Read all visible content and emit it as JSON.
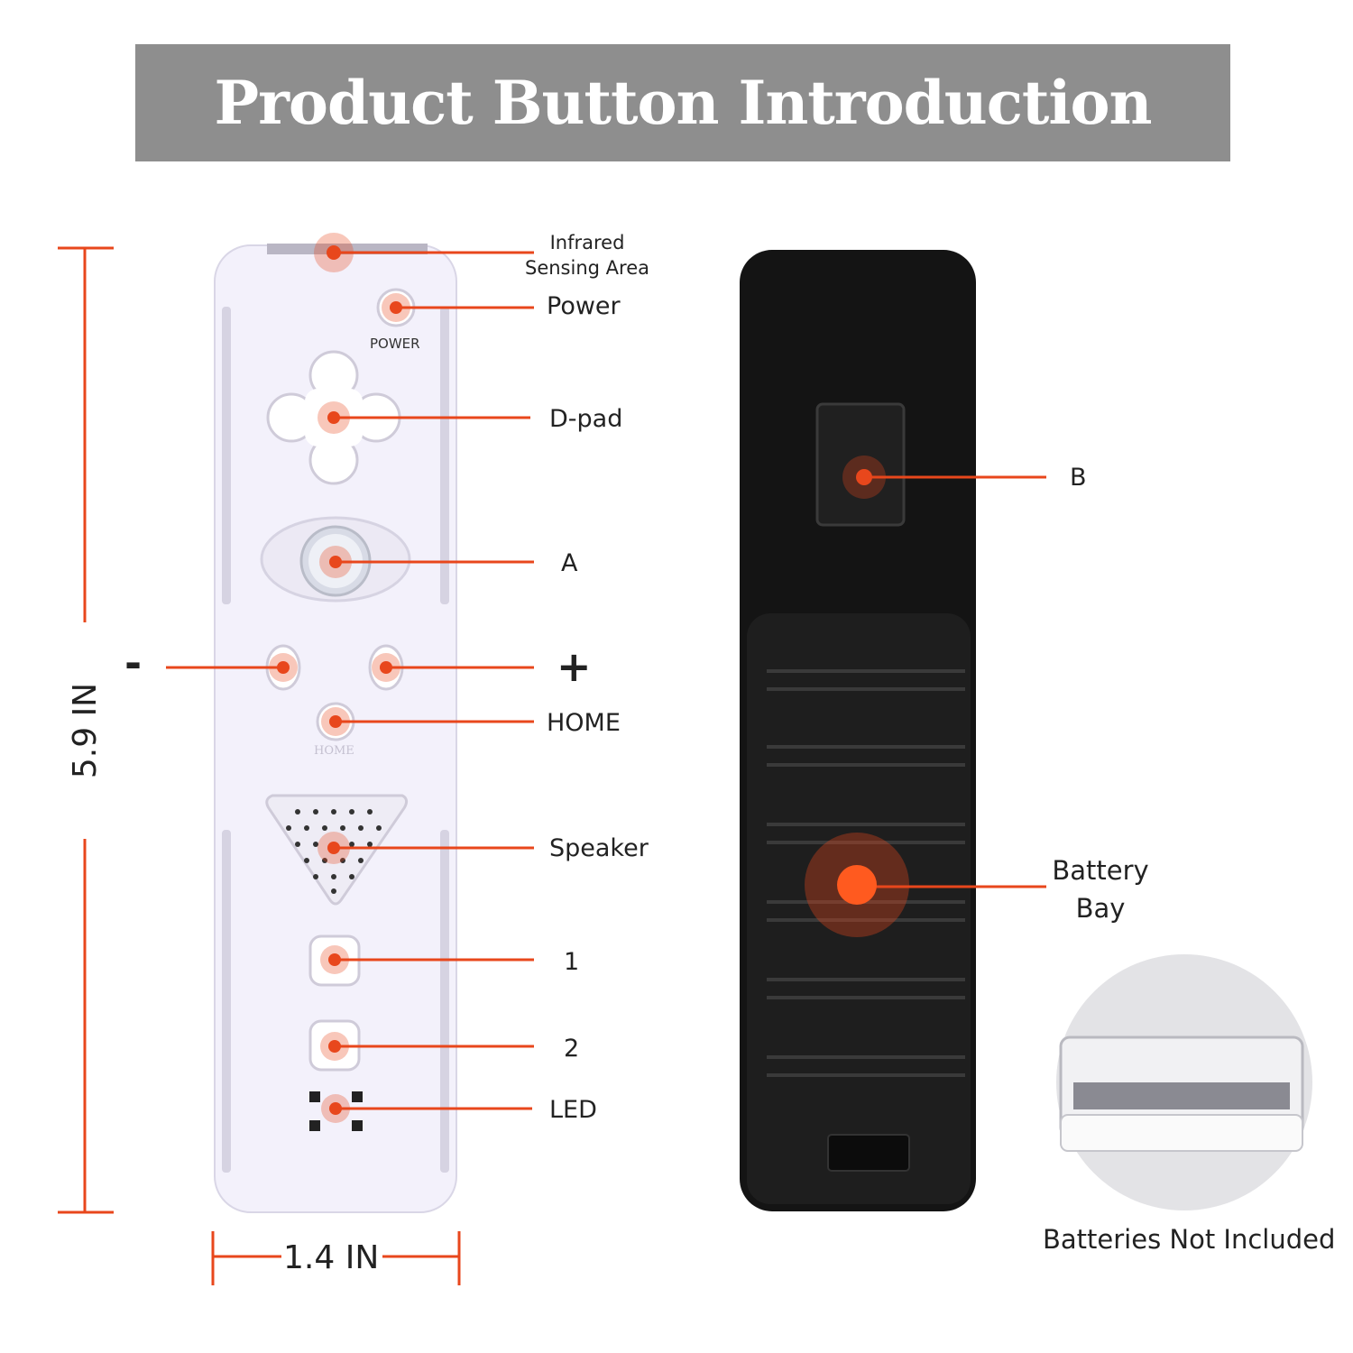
{
  "banner": {
    "title": "Product Button Introduction"
  },
  "labels": {
    "infrared_line1": "Infrared",
    "infrared_line2": "Sensing Area",
    "power": "Power",
    "power_engraving": "POWER",
    "dpad": "D-pad",
    "a": "A",
    "minus": "-",
    "plus": "+",
    "home": "HOME",
    "home_engraving": "HOME",
    "speaker": "Speaker",
    "one": "1",
    "two": "2",
    "led": "LED",
    "b": "B",
    "battery_line1": "Battery",
    "battery_line2": "Bay",
    "batteries_note": "Batteries Not Included"
  },
  "dimensions": {
    "height": "5.9 IN",
    "width": "1.4 IN"
  },
  "colors": {
    "accent": "#e8471c",
    "banner": "#8e8e8e",
    "remote_white": "#f2f0fa",
    "remote_black": "#111111"
  }
}
